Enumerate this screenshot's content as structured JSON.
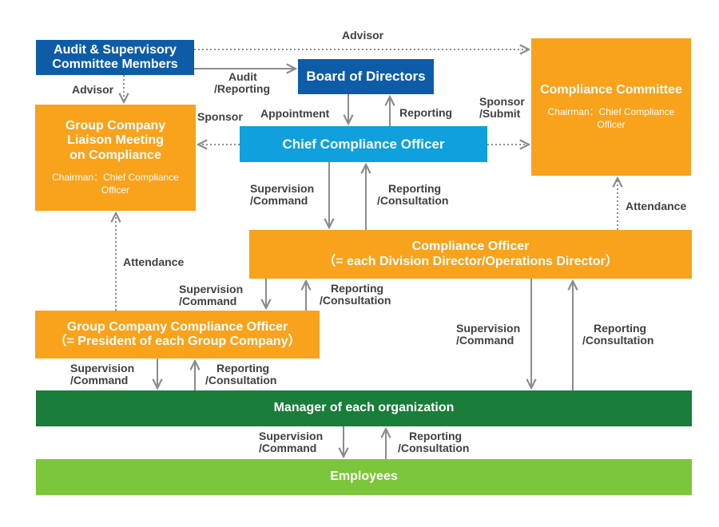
{
  "boxes": {
    "audit": {
      "title": [
        "Audit & Supervisory",
        "Committee Members"
      ],
      "color": "#0e5ca8"
    },
    "board": {
      "title": [
        "Board of Directors"
      ],
      "color": "#0e5ca8"
    },
    "cco": {
      "title": [
        "Chief Compliance Officer"
      ],
      "color": "#0fa0dd"
    },
    "liaison": {
      "title": [
        "Group Company",
        "Liaison Meeting",
        "on Compliance"
      ],
      "sub": [
        "Chairman：Chief Compliance",
        "Officer"
      ],
      "color": "#f9a21c"
    },
    "committee": {
      "title": [
        "Compliance Committee"
      ],
      "sub": [
        "Chairman：Chief Compliance",
        "Officer"
      ],
      "color": "#f9a21c"
    },
    "co": {
      "title": [
        "Compliance Officer",
        "（= each Division Director/Operations Director）"
      ],
      "color": "#f9a21c"
    },
    "gcco": {
      "title": [
        "Group Company Compliance Officer",
        "（= President of each Group Company）"
      ],
      "color": "#f9a21c"
    },
    "mgr": {
      "title": [
        "Manager of each organization"
      ],
      "color": "#1a7d3a"
    },
    "emp": {
      "title": [
        "Employees"
      ],
      "color": "#7cc63b"
    }
  },
  "labels": {
    "advisor_top": [
      "Advisor"
    ],
    "advisor_left": [
      "Advisor"
    ],
    "audit_reporting": [
      "Audit",
      "/Reporting"
    ],
    "sponsor_left": [
      "Sponsor"
    ],
    "appointment": [
      "Appointment"
    ],
    "reporting_board": [
      "Reporting"
    ],
    "sponsor_submit": [
      "Sponsor",
      "/Submit"
    ],
    "sup1": [
      "Supervision",
      "/Command"
    ],
    "rep1": [
      "Reporting",
      "/Consultation"
    ],
    "attend_right": [
      "Attendance"
    ],
    "attend_left": [
      "Attendance"
    ],
    "sup2": [
      "Supervision",
      "/Command"
    ],
    "rep2": [
      "Reporting",
      "/Consultation"
    ],
    "sup3": [
      "Supervision",
      "/Command"
    ],
    "rep3": [
      "Reporting",
      "/Consultation"
    ],
    "sup4": [
      "Supervision",
      "/Command"
    ],
    "rep4": [
      "Reporting",
      "/Consultation"
    ],
    "sup5": [
      "Supervision",
      "/Command"
    ],
    "rep5": [
      "Reporting",
      "/Consultation"
    ]
  },
  "colors": {
    "arrow": "#8c8c8c",
    "label_text": "#404040"
  }
}
